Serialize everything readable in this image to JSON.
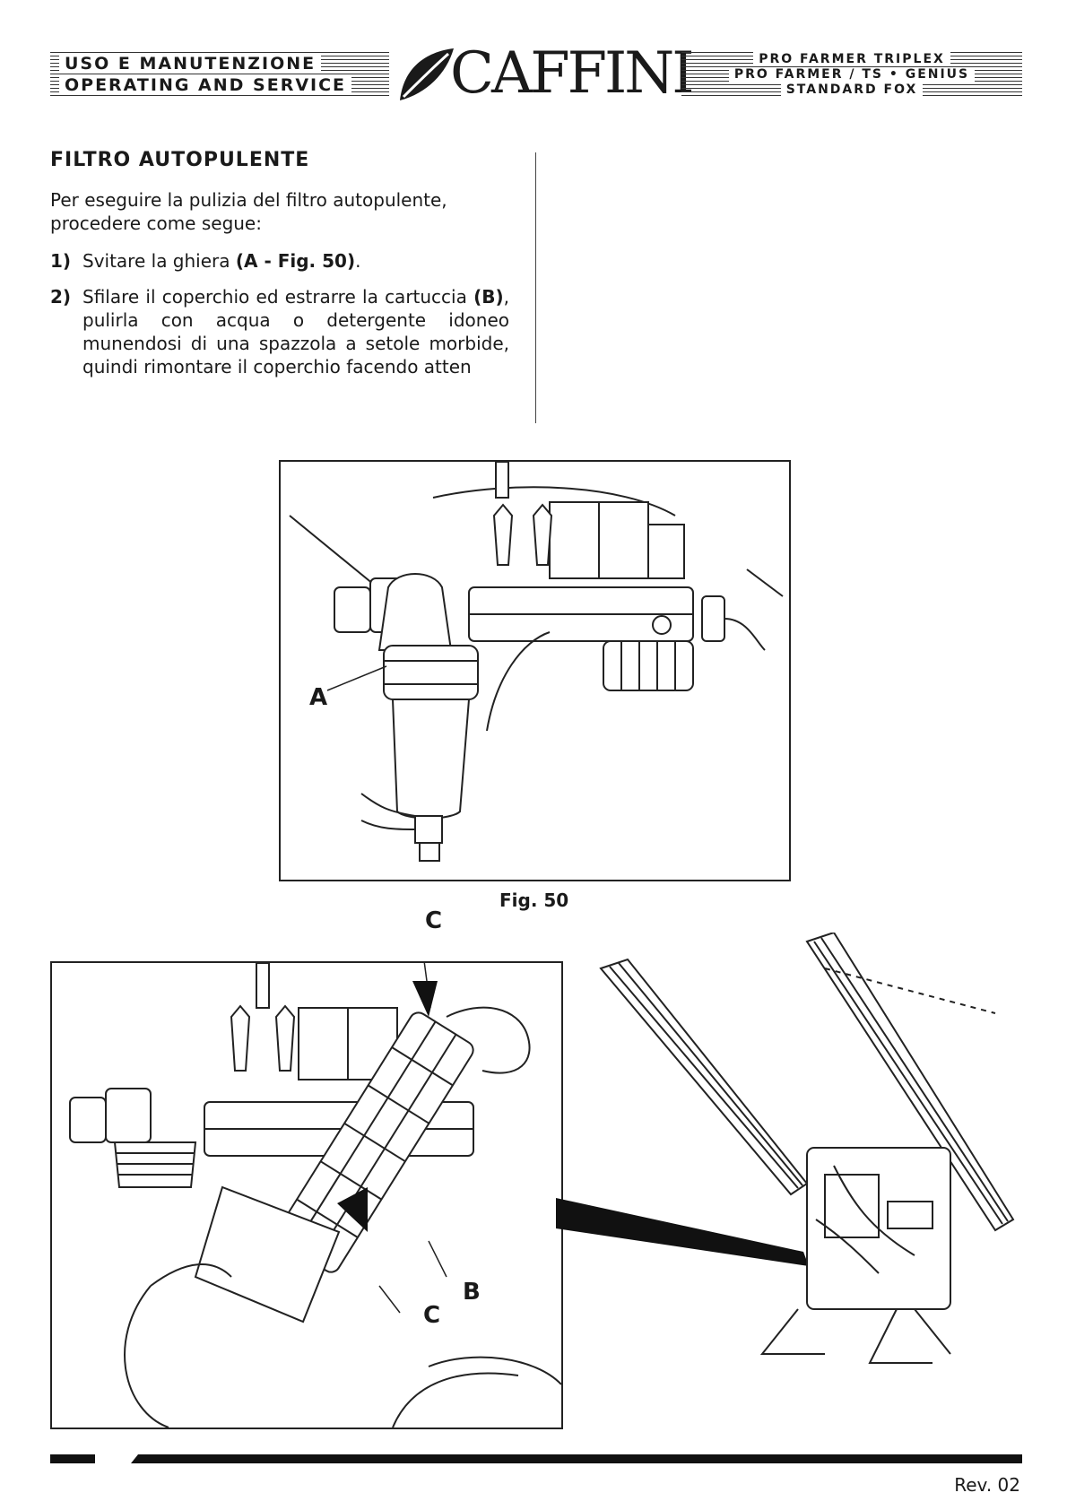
{
  "header": {
    "left_line1": "USO E MANUTENZIONE",
    "left_line2": "OPERATING AND SERVICE",
    "brand": "CAFFINI",
    "right_line1": "PRO FARMER TRIPLEX",
    "right_line2": "PRO FARMER / TS • GENIUS",
    "right_line3": "STANDARD FOX"
  },
  "content": {
    "title": "FILTRO AUTOPULENTE",
    "intro": "Per eseguire la pulizia del filtro autopulente, procedere come segue:",
    "step1": {
      "num": "1)",
      "text": "Svitare la ghiera ",
      "ref": "(A - Fig. 50)",
      "end": "."
    },
    "step2": {
      "num": "2)",
      "text_a": "Sfilare il coperchio ed estrarre la cartuccia ",
      "ref": "(B)",
      "text_b": ", pulirla con acqua o detergente idoneo munendosi di una spazzola a setole morbide, quindi rimontare il coperchio facendo atten"
    }
  },
  "figures": {
    "fig50_caption": "Fig. 50",
    "fig50_label_a": "A",
    "fig51_label_c_top": "C",
    "fig51_label_b": "B",
    "fig51_label_c_bottom": "C"
  },
  "footer": {
    "rev": "Rev. 02"
  }
}
